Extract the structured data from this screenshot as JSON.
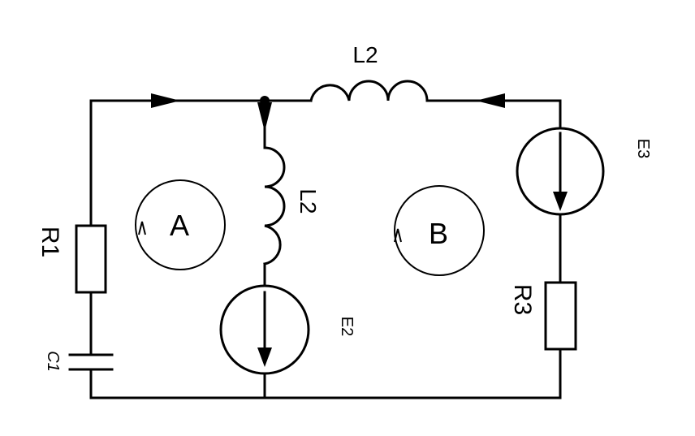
{
  "labels": {
    "r1": "R1",
    "c1": "C1",
    "l2_top": "L2",
    "l2_middle": "L2",
    "e2": "E2",
    "e3": "E3",
    "r3": "R3",
    "loop_a": "A",
    "loop_b": "B"
  }
}
